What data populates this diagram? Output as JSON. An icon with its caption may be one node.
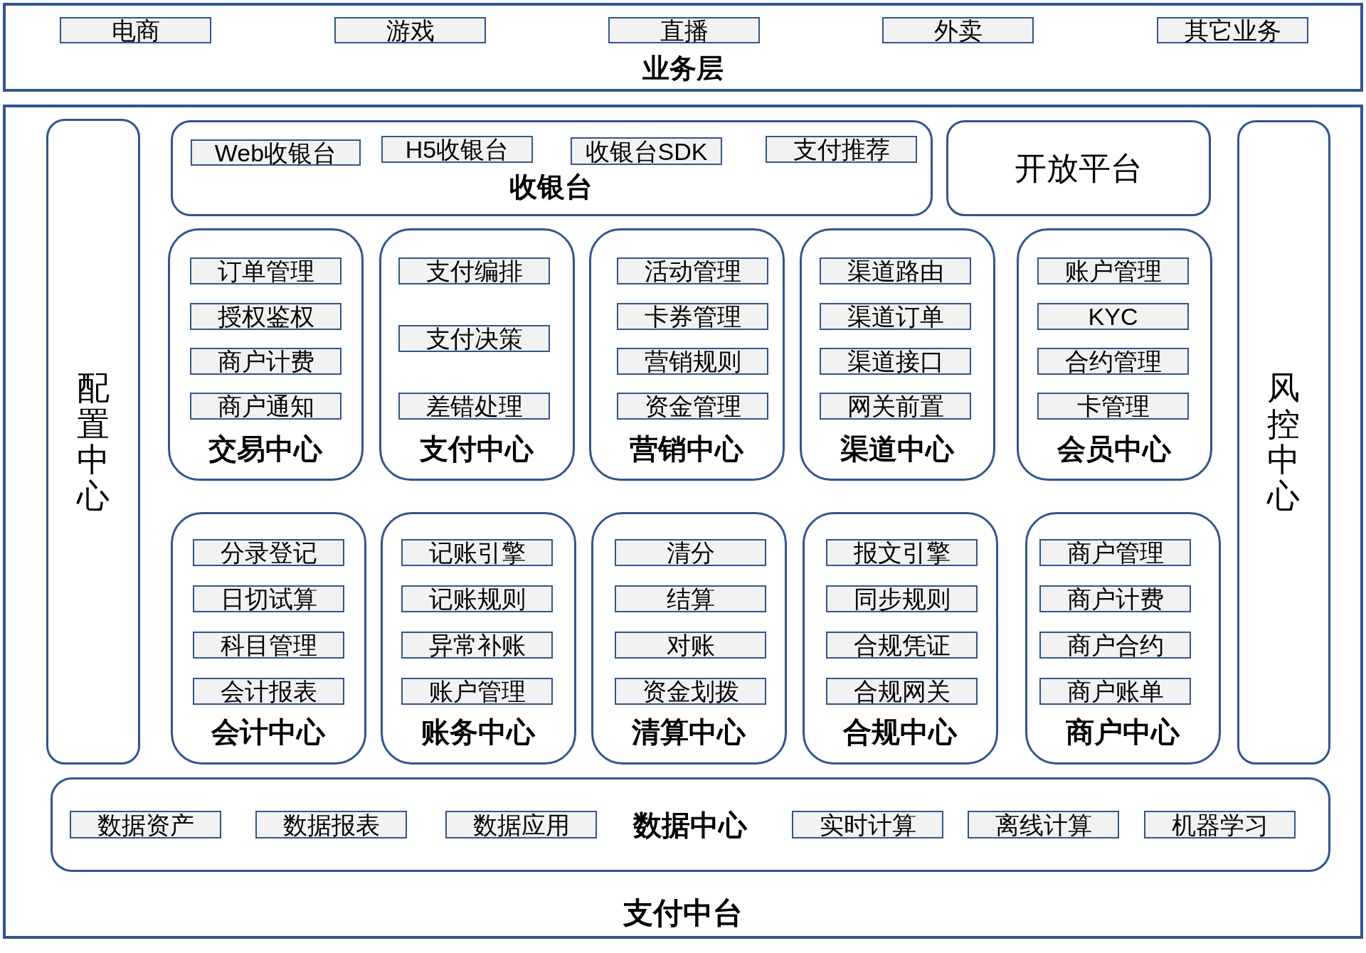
{
  "diagram": {
    "nodes": [
      {
        "text": [
          "业务层"
        ]
      },
      {
        "text": [
          "电商"
        ],
        "in": 0
      },
      {
        "text": [
          "游戏"
        ],
        "in": 0
      },
      {
        "text": [
          "直播"
        ],
        "in": 0
      },
      {
        "text": [
          "外卖"
        ],
        "in": 0
      },
      {
        "text": [
          "其它业务"
        ],
        "in": 0
      },
      {
        "text": [
          "支付中台"
        ]
      },
      {
        "text": [
          "配置中心"
        ],
        "in": 6
      },
      {
        "text": [
          "收银台"
        ],
        "in": 6
      },
      {
        "text": [
          "Web收银台"
        ],
        "in": 8
      },
      {
        "text": [
          "H5收银台"
        ],
        "in": 8
      },
      {
        "text": [
          "收银台SDK"
        ],
        "in": 8
      },
      {
        "text": [
          "支付推荐"
        ],
        "in": 8
      },
      {
        "text": [
          "开放平台"
        ],
        "in": 6
      },
      {
        "text": [
          "风控中心"
        ],
        "in": 6
      },
      {
        "text": [
          "交易中心"
        ],
        "in": 6
      },
      {
        "text": [
          "订单管理"
        ],
        "in": 15
      },
      {
        "text": [
          "授权鉴权"
        ],
        "in": 15
      },
      {
        "text": [
          "商户计费"
        ],
        "in": 15
      },
      {
        "text": [
          "商户通知"
        ],
        "in": 15
      },
      {
        "text": [
          "支付中心"
        ],
        "in": 6
      },
      {
        "text": [
          "支付编排"
        ],
        "in": 20
      },
      {
        "text": [
          "支付决策"
        ],
        "in": 20
      },
      {
        "text": [
          "差错处理"
        ],
        "in": 20
      },
      {
        "text": [
          "营销中心"
        ],
        "in": 6
      },
      {
        "text": [
          "活动管理"
        ],
        "in": 24
      },
      {
        "text": [
          "卡券管理"
        ],
        "in": 24
      },
      {
        "text": [
          "营销规则"
        ],
        "in": 24
      },
      {
        "text": [
          "资金管理"
        ],
        "in": 24
      },
      {
        "text": [
          "渠道中心"
        ],
        "in": 6
      },
      {
        "text": [
          "渠道路由"
        ],
        "in": 29
      },
      {
        "text": [
          "渠道订单"
        ],
        "in": 29
      },
      {
        "text": [
          "渠道接口"
        ],
        "in": 29
      },
      {
        "text": [
          "网关前置"
        ],
        "in": 29
      },
      {
        "text": [
          "会员中心"
        ],
        "in": 6
      },
      {
        "text": [
          "账户管理"
        ],
        "in": 34
      },
      {
        "text": [
          "KYC"
        ],
        "in": 34
      },
      {
        "text": [
          "合约管理"
        ],
        "in": 34
      },
      {
        "text": [
          "卡管理"
        ],
        "in": 34
      },
      {
        "text": [
          "会计中心"
        ],
        "in": 6
      },
      {
        "text": [
          "分录登记"
        ],
        "in": 39
      },
      {
        "text": [
          "日切试算"
        ],
        "in": 39
      },
      {
        "text": [
          "科目管理"
        ],
        "in": 39
      },
      {
        "text": [
          "会计报表"
        ],
        "in": 39
      },
      {
        "text": [
          "账务中心"
        ],
        "in": 6
      },
      {
        "text": [
          "记账引擎"
        ],
        "in": 44
      },
      {
        "text": [
          "记账规则"
        ],
        "in": 44
      },
      {
        "text": [
          "异常补账"
        ],
        "in": 44
      },
      {
        "text": [
          "账户管理"
        ],
        "in": 44
      },
      {
        "text": [
          "清算中心"
        ],
        "in": 6
      },
      {
        "text": [
          "清分"
        ],
        "in": 49
      },
      {
        "text": [
          "结算"
        ],
        "in": 49
      },
      {
        "text": [
          "对账"
        ],
        "in": 49
      },
      {
        "text": [
          "资金划拨"
        ],
        "in": 49
      },
      {
        "text": [
          "合规中心"
        ],
        "in": 6
      },
      {
        "text": [
          "报文引擎"
        ],
        "in": 54
      },
      {
        "text": [
          "同步规则"
        ],
        "in": 54
      },
      {
        "text": [
          "合规凭证"
        ],
        "in": 54
      },
      {
        "text": [
          "合规网关"
        ],
        "in": 54
      },
      {
        "text": [
          "商户中心"
        ],
        "in": 6
      },
      {
        "text": [
          "商户管理"
        ],
        "in": 59
      },
      {
        "text": [
          "商户计费"
        ],
        "in": 59
      },
      {
        "text": [
          "商户合约"
        ],
        "in": 59
      },
      {
        "text": [
          "商户账单"
        ],
        "in": 59
      },
      {
        "text": [
          "数据中心"
        ],
        "in": 6
      },
      {
        "text": [
          "数据资产"
        ],
        "in": 64
      },
      {
        "text": [
          "数据报表"
        ],
        "in": 64
      },
      {
        "text": [
          "数据应用"
        ],
        "in": 64
      },
      {
        "text": [
          "实时计算"
        ],
        "in": 64
      },
      {
        "text": [
          "离线计算"
        ],
        "in": 64
      },
      {
        "text": [
          "机器学习"
        ],
        "in": 64
      }
    ]
  }
}
